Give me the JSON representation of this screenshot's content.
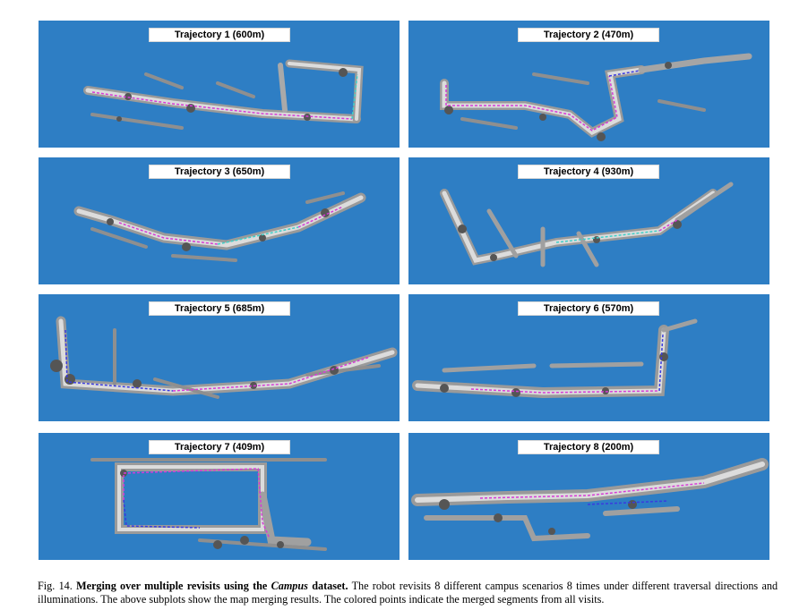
{
  "figure": {
    "panels": [
      {
        "label": "Trajectory 1 (600m)"
      },
      {
        "label": "Trajectory 2 (470m)"
      },
      {
        "label": "Trajectory 3 (650m)"
      },
      {
        "label": "Trajectory 4 (930m)"
      },
      {
        "label": "Trajectory 5 (685m)"
      },
      {
        "label": "Trajectory 6 (570m)"
      },
      {
        "label": "Trajectory 7 (409m)"
      },
      {
        "label": "Trajectory 8 (200m)"
      }
    ],
    "colors": {
      "background": "#2e7ec4",
      "map_points": "#b9b9b9",
      "merged_magenta": "#d63cd6",
      "merged_cyan": "#3fd0c8",
      "merged_blue": "#3a3adf"
    }
  },
  "caption": {
    "fig_number": "Fig. 14.",
    "bold_part1": "Merging over multiple revisits using the",
    "italic_part": "Campus",
    "bold_part2": "dataset.",
    "text": "The robot revisits 8 different campus scenarios 8 times under different traversal directions and illuminations. The above subplots show the map merging results. The colored points indicate the merged segments from all visits."
  }
}
